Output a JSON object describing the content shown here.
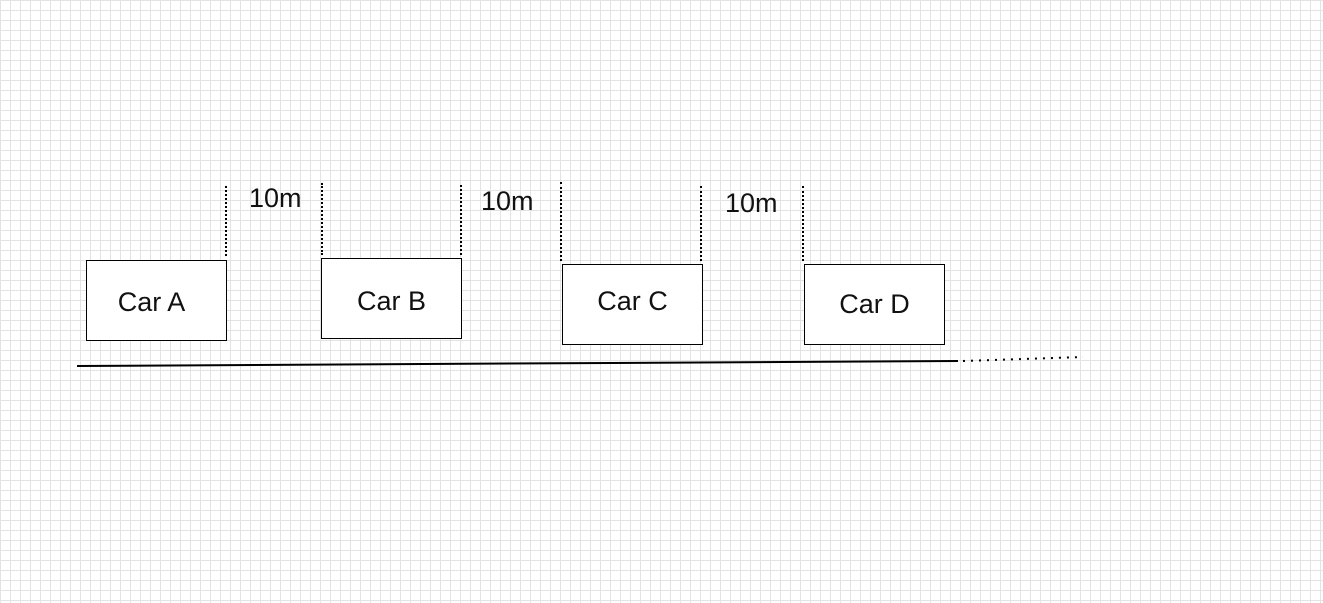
{
  "diagram": {
    "cars": [
      {
        "label": "Car A"
      },
      {
        "label": "Car B"
      },
      {
        "label": "Car C"
      },
      {
        "label": "Car D"
      }
    ],
    "gaps": [
      {
        "label": "10m"
      },
      {
        "label": "10m"
      },
      {
        "label": "10m"
      }
    ]
  }
}
